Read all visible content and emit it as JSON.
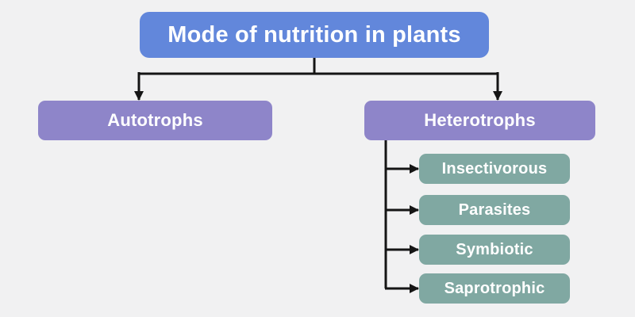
{
  "diagram": {
    "root": {
      "label": "Mode of nutrition in plants"
    },
    "branches": [
      {
        "label": "Autotrophs",
        "children": []
      },
      {
        "label": "Heterotrophs",
        "children": [
          {
            "label": "Insectivorous"
          },
          {
            "label": "Parasites"
          },
          {
            "label": "Symbiotic"
          },
          {
            "label": "Saprotrophic"
          }
        ]
      }
    ]
  },
  "colors": {
    "background": "#F1F1F2",
    "root_box": "#6287DB",
    "branch_box": "#8E85C9",
    "leaf_box": "#80A8A2",
    "text": "#FFFFFF",
    "connector": "#151515"
  }
}
